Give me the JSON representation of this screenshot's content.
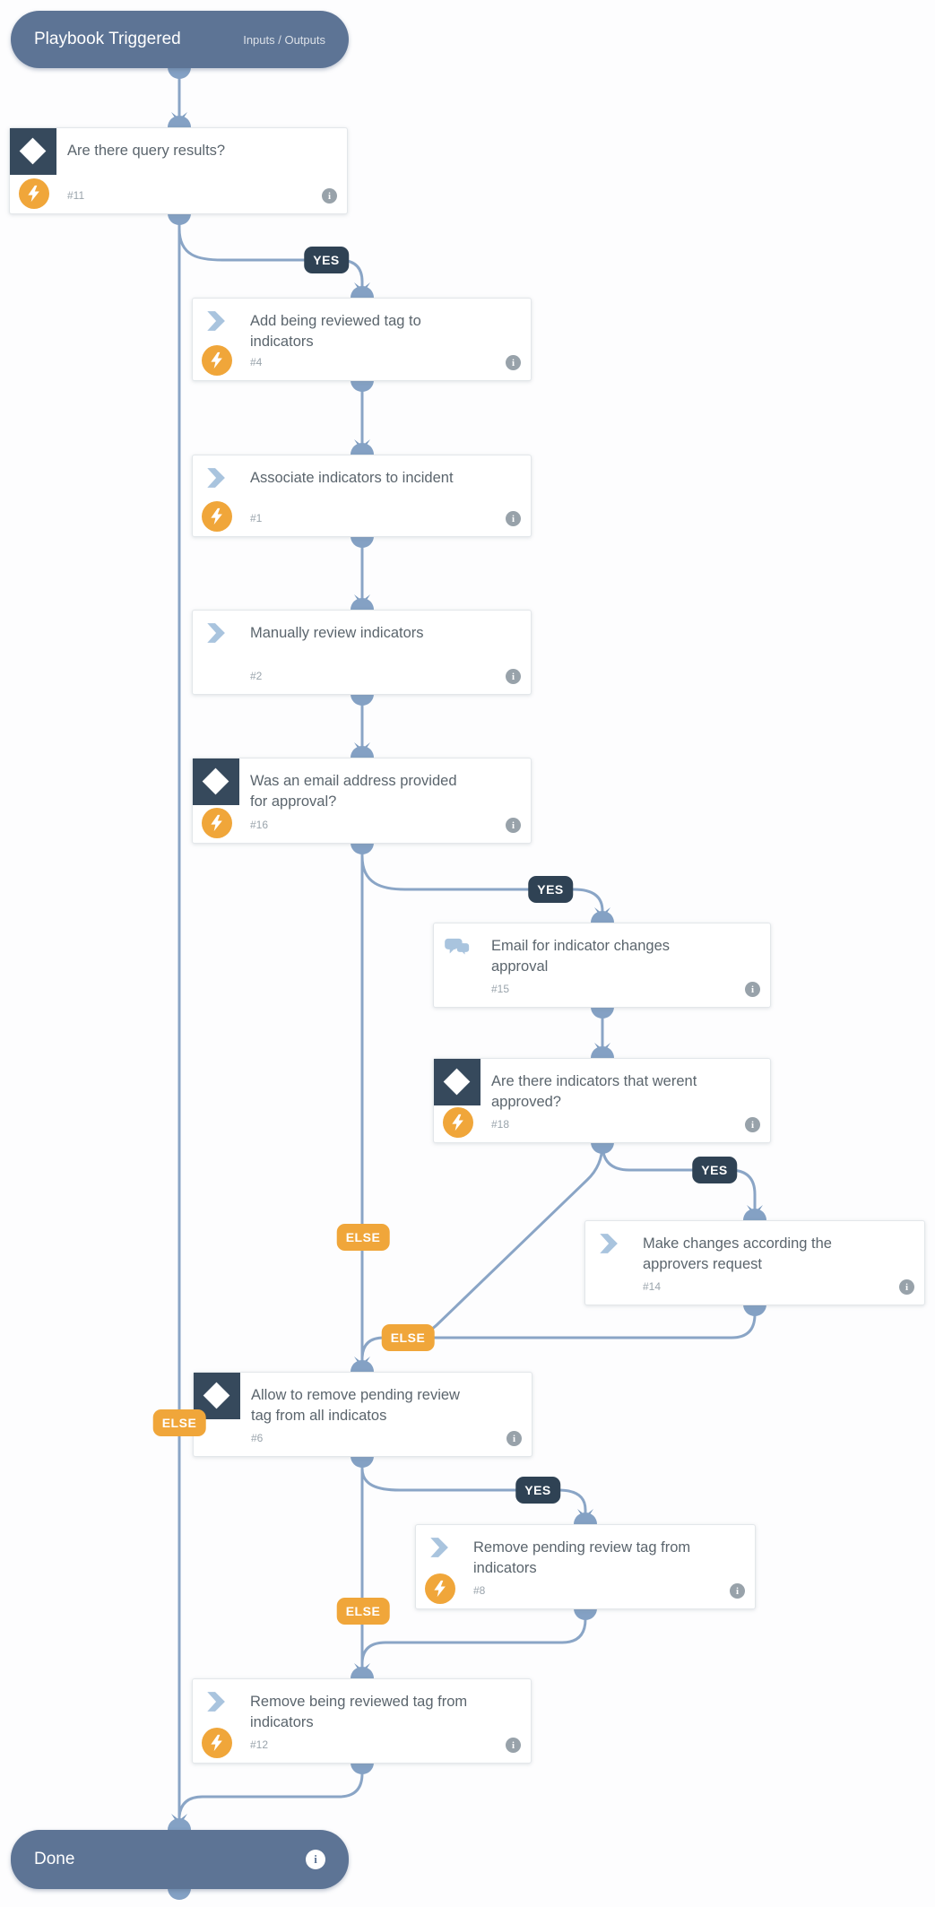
{
  "playbook": {
    "start": {
      "title": "Playbook Triggered",
      "link": "Inputs / Outputs"
    },
    "end": {
      "title": "Done"
    },
    "labels": {
      "yes": "YES",
      "else": "ELSE"
    },
    "nodes": {
      "n11": {
        "title": "Are there query results?",
        "id": "#11",
        "type": "condition",
        "automated": true
      },
      "n4": {
        "title": "Add being reviewed tag to indicators",
        "id": "#4",
        "type": "task",
        "automated": true
      },
      "n1": {
        "title": "Associate indicators to incident",
        "id": "#1",
        "type": "task",
        "automated": true
      },
      "n2": {
        "title": "Manually review indicators",
        "id": "#2",
        "type": "task",
        "automated": false
      },
      "n16": {
        "title": "Was an email address provided for approval?",
        "id": "#16",
        "type": "condition",
        "automated": true
      },
      "n15": {
        "title": "Email for indicator changes approval",
        "id": "#15",
        "type": "communication",
        "automated": false
      },
      "n18": {
        "title": "Are there indicators that werent approved?",
        "id": "#18",
        "type": "condition",
        "automated": true
      },
      "n14": {
        "title": "Make changes according the approvers request",
        "id": "#14",
        "type": "task",
        "automated": false
      },
      "n6": {
        "title": "Allow to remove pending review tag from all indicatos",
        "id": "#6",
        "type": "condition",
        "automated": false
      },
      "n8": {
        "title": "Remove pending review tag from indicators",
        "id": "#8",
        "type": "task",
        "automated": true
      },
      "n12": {
        "title": "Remove being reviewed tag from indicators",
        "id": "#12",
        "type": "task",
        "automated": true
      }
    },
    "colors": {
      "connector": "#8aa5c6",
      "navy": "#36495c",
      "orange": "#f0a63a",
      "pill": "#5d7495"
    }
  }
}
